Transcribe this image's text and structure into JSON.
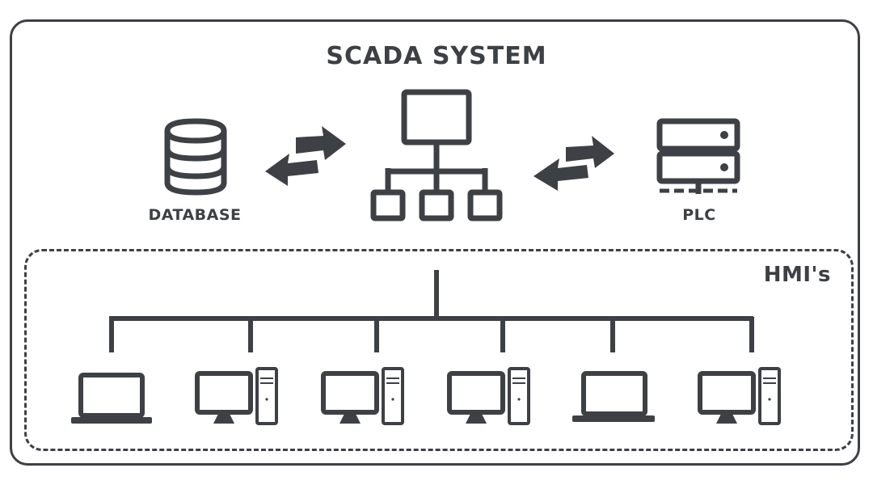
{
  "diagram": {
    "title": "SCADA SYSTEM",
    "nodes": {
      "database": {
        "label": "DATABASE",
        "icon": "database-icon"
      },
      "scada": {
        "label": "",
        "icon": "network-hierarchy-icon"
      },
      "plc": {
        "label": "PLC",
        "icon": "server-rack-icon"
      }
    },
    "hmi_group": {
      "label": "HMI's",
      "devices": [
        {
          "icon": "laptop-icon"
        },
        {
          "icon": "desktop-tower-icon"
        },
        {
          "icon": "desktop-tower-icon"
        },
        {
          "icon": "desktop-tower-icon"
        },
        {
          "icon": "laptop-icon"
        },
        {
          "icon": "desktop-tower-icon"
        }
      ]
    },
    "connections": [
      {
        "from": "database",
        "to": "scada",
        "type": "bidirectional"
      },
      {
        "from": "scada",
        "to": "plc",
        "type": "bidirectional"
      },
      {
        "from": "scada",
        "to": "hmi_group",
        "type": "bus"
      }
    ],
    "colors": {
      "stroke": "#3d4045",
      "background": "#ffffff"
    }
  }
}
